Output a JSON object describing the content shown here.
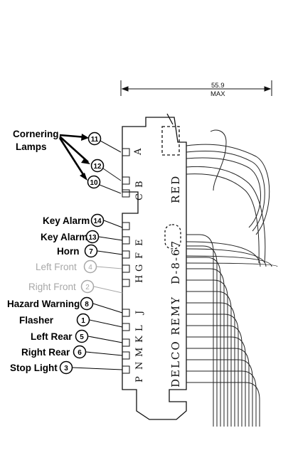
{
  "dimension": {
    "value": "55.9",
    "unit": "MAX"
  },
  "body_text": {
    "red": "RED",
    "part": "D-8-67",
    "maker": "DELCO REMY"
  },
  "pins": [
    "A",
    "C",
    "B",
    "H",
    "G",
    "F",
    "E",
    "K",
    "L",
    "J",
    "P",
    "N",
    "M",
    "L",
    "K",
    "J"
  ],
  "labels": [
    {
      "id": "cornering",
      "line1": "Cornering",
      "line2": "Lamps",
      "nums": [
        "11",
        "12",
        "10"
      ],
      "faded": false
    },
    {
      "id": "key-alarm-1",
      "text": "Key Alarm",
      "num": "14",
      "faded": false
    },
    {
      "id": "key-alarm-2",
      "text": "Key Alarm",
      "num": "13",
      "faded": false
    },
    {
      "id": "horn",
      "text": "Horn",
      "num": "7",
      "faded": false
    },
    {
      "id": "left-front",
      "text": "Left Front",
      "num": "4",
      "faded": true
    },
    {
      "id": "right-front",
      "text": "Right Front",
      "num": "2",
      "faded": true
    },
    {
      "id": "hazard",
      "text": "Hazard Warning",
      "num": "8",
      "faded": false
    },
    {
      "id": "flasher",
      "text": "Flasher",
      "num": "1",
      "faded": false
    },
    {
      "id": "left-rear",
      "text": "Left Rear",
      "num": "5",
      "faded": false
    },
    {
      "id": "right-rear",
      "text": "Right Rear",
      "num": "6",
      "faded": false
    },
    {
      "id": "stop-light",
      "text": "Stop Light",
      "num": "3",
      "faded": false
    }
  ]
}
